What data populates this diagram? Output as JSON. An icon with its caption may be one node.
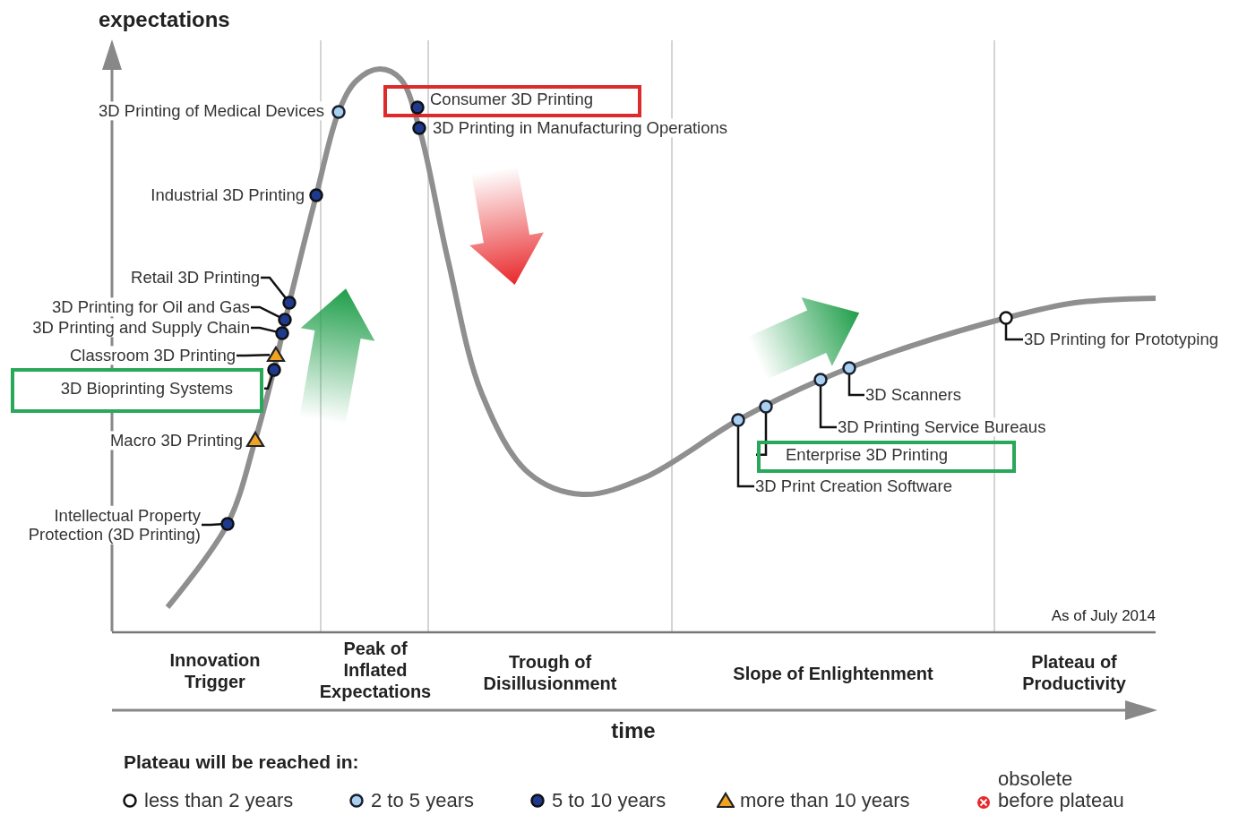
{
  "diagram": {
    "nodes": [
      {
        "text": [
          "Consumer 3D Printing"
        ]
      },
      {
        "text": [],
        "shape": "circle",
        "in": 0
      },
      {
        "text": [
          "3D Printing in Manufacturing Operations"
        ]
      },
      {
        "text": [],
        "shape": "circle"
      },
      {
        "text": [
          "3D Printing of Medical Devices"
        ]
      },
      {
        "text": [],
        "shape": "circle"
      },
      {
        "text": [
          "Industrial 3D Printing"
        ]
      },
      {
        "text": [],
        "shape": "circle"
      },
      {
        "text": [
          "Retail 3D Printing"
        ]
      },
      {
        "text": [],
        "shape": "circle"
      },
      {
        "text": [
          "3D Printing for Oil and Gas"
        ]
      },
      {
        "text": [],
        "shape": "circle"
      },
      {
        "text": [
          "3D Printing and Supply Chain"
        ]
      },
      {
        "text": [],
        "shape": "circle"
      },
      {
        "text": [
          "3D Printing for Prototyping"
        ]
      },
      {
        "text": [],
        "shape": "circle"
      },
      {
        "text": [
          "Classroom 3D Printing"
        ]
      },
      {
        "text": [],
        "shape": "triangle"
      },
      {
        "text": [
          "3D Bioprinting Systems"
        ]
      },
      {
        "text": [],
        "shape": "circle"
      },
      {
        "text": [
          "3D Scanners"
        ]
      },
      {
        "text": [],
        "shape": "circle"
      },
      {
        "text": [
          "3D Printing Service Bureaus"
        ]
      },
      {
        "text": [],
        "shape": "circle"
      },
      {
        "text": [
          "Macro 3D Printing"
        ]
      },
      {
        "text": [],
        "shape": "triangle"
      },
      {
        "text": [
          "Enterprise 3D Printing"
        ]
      },
      {
        "text": [],
        "shape": "circle"
      },
      {
        "text": [
          "3D Print Creation Software"
        ]
      },
      {
        "text": [],
        "shape": "circle"
      },
      {
        "text": [
          "Intellectual Property Protection (3D Printing)"
        ]
      },
      {
        "text": [],
        "shape": "circle"
      }
    ],
    "edges": [
      {
        "from": 8,
        "to": 9,
        "arrow": "none"
      },
      {
        "from": 10,
        "to": 11,
        "arrow": "none"
      },
      {
        "from": 12,
        "to": 13,
        "arrow": "none"
      },
      {
        "from": 14,
        "to": 15,
        "arrow": "none"
      },
      {
        "from": 16,
        "to": 17,
        "arrow": "none"
      },
      {
        "from": 18,
        "to": 19,
        "arrow": "none"
      },
      {
        "from": 20,
        "to": 21,
        "arrow": "none"
      },
      {
        "from": 22,
        "to": 23,
        "arrow": "none"
      },
      {
        "from": 26,
        "to": 27,
        "arrow": "none"
      },
      {
        "from": 28,
        "to": 29,
        "arrow": "none"
      },
      {
        "from": 30,
        "to": 31,
        "arrow": "none"
      }
    ],
    "labels": [
      "expectations",
      "As of July 2014",
      "Innovation Trigger",
      "Peak of Inflated Expectations",
      "Trough of Disillusionment",
      "Slope of Enlightenment",
      "Plateau of Productivity",
      "time",
      "Plateau will be reached in:"
    ],
    "legend": [
      {
        "text": "less than 2 years"
      },
      {
        "text": "2 to 5 years"
      },
      {
        "text": "5 to 10 years"
      },
      {
        "text": "more than 10 years"
      },
      {
        "text": "obsolete before plateau"
      }
    ]
  }
}
